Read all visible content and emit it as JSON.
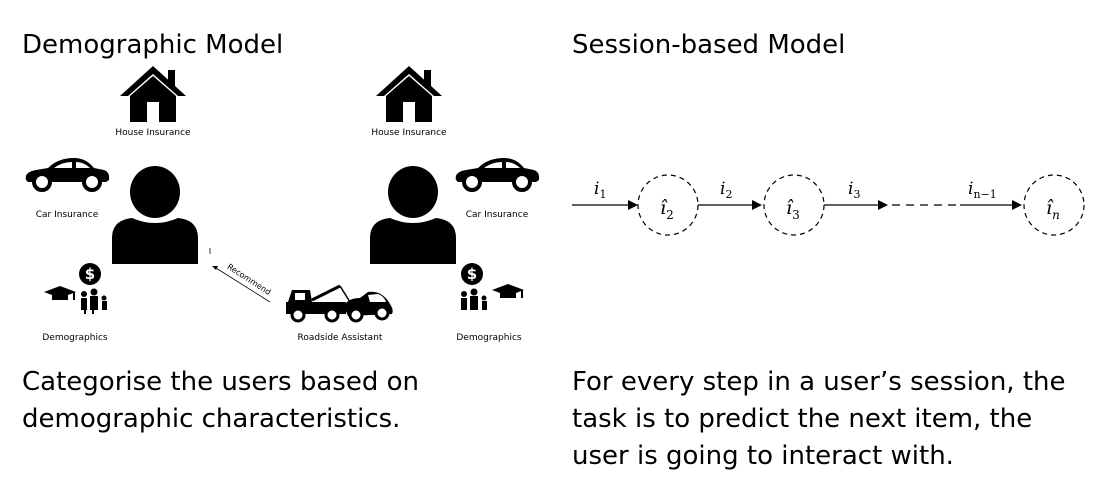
{
  "left": {
    "title": "Demographic Model",
    "labels": {
      "house_a": "House Insurance",
      "car_a": "Car Insurance",
      "demographics_a": "Demographics",
      "house_b": "House Insurance",
      "car_b": "Car Insurance",
      "demographics_b": "Demographics",
      "roadside": "Roadside Assistant",
      "recommend": "Recommend"
    },
    "caption_line1": "Categorise the users based on",
    "caption_line2": "demographic characteristics."
  },
  "right": {
    "title": "Session-based Model",
    "flow": {
      "i1": "i",
      "i1_sub": "1",
      "n2": "î",
      "n2_sub": "2",
      "i2": "i",
      "i2_sub": "2",
      "n3": "î",
      "n3_sub": "3",
      "i3": "i",
      "i3_sub": "3",
      "in1": "i",
      "in1_sub": "n−1",
      "nn": "î",
      "nn_sub": "n"
    },
    "caption_line1": "For every step in a user’s session, the",
    "caption_line2": "task is to predict the next item, the",
    "caption_line3": "user is going to interact with."
  }
}
